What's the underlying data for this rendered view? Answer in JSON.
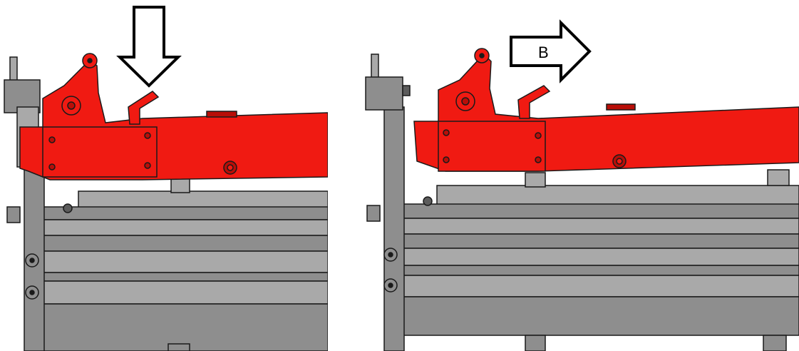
{
  "panels": [
    {
      "id": "left",
      "arrow": {
        "direction": "down",
        "label": ""
      }
    },
    {
      "id": "right",
      "arrow": {
        "direction": "right",
        "label": "B"
      }
    }
  ],
  "colors": {
    "red_part": "#f01a12",
    "red_shadow": "#b80e08",
    "gray_frame": "#8e8e8e",
    "gray_light": "#a9a9a9",
    "gray_dark": "#5c5c5c",
    "outline": "#1a1a1a",
    "arrow_fill": "#ffffff",
    "arrow_stroke": "#000000"
  }
}
